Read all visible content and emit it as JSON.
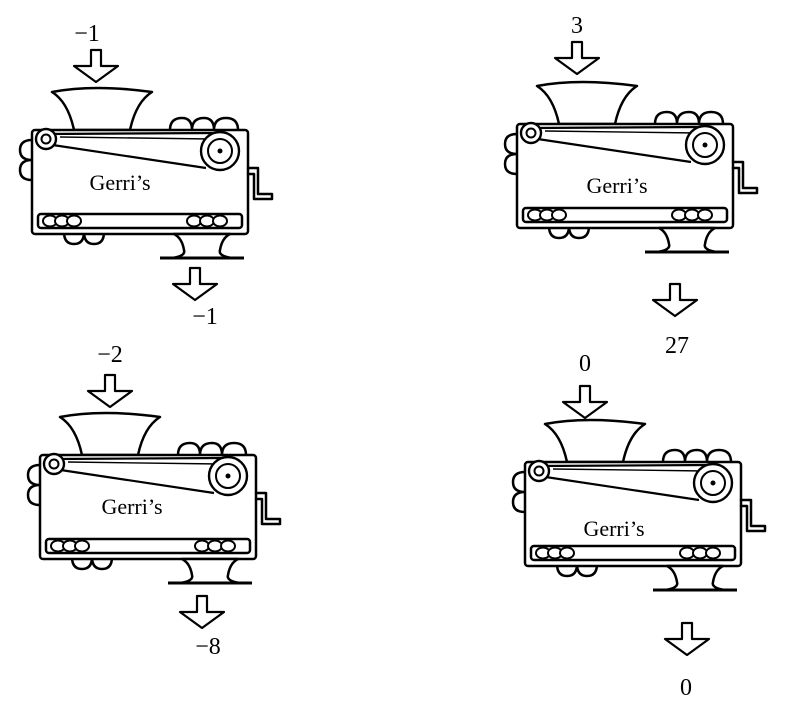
{
  "machines": [
    {
      "input": "−1",
      "brand": "Gerri’s",
      "output": "−1"
    },
    {
      "input": "3",
      "brand": "Gerri’s",
      "output": "27"
    },
    {
      "input": "−2",
      "brand": "Gerri’s",
      "output": "−8"
    },
    {
      "input": "0",
      "brand": "Gerri’s",
      "output": "0"
    }
  ]
}
